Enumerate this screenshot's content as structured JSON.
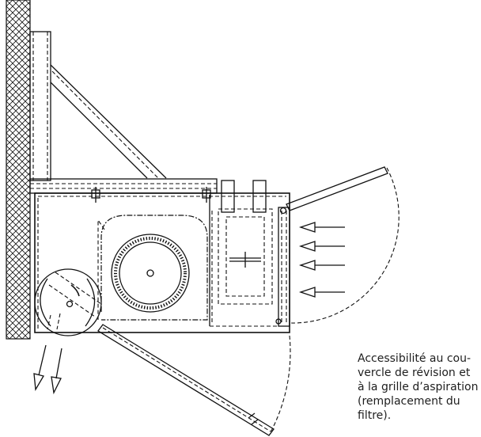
{
  "caption": {
    "lines": [
      "Accessibilité au cou-",
      "vercle de révision et",
      "à la grille d’aspiration",
      "(remplacement du",
      "filtre)."
    ]
  },
  "colors": {
    "line": "#111111",
    "text": "#1e1e1e",
    "background": "#ffffff"
  }
}
